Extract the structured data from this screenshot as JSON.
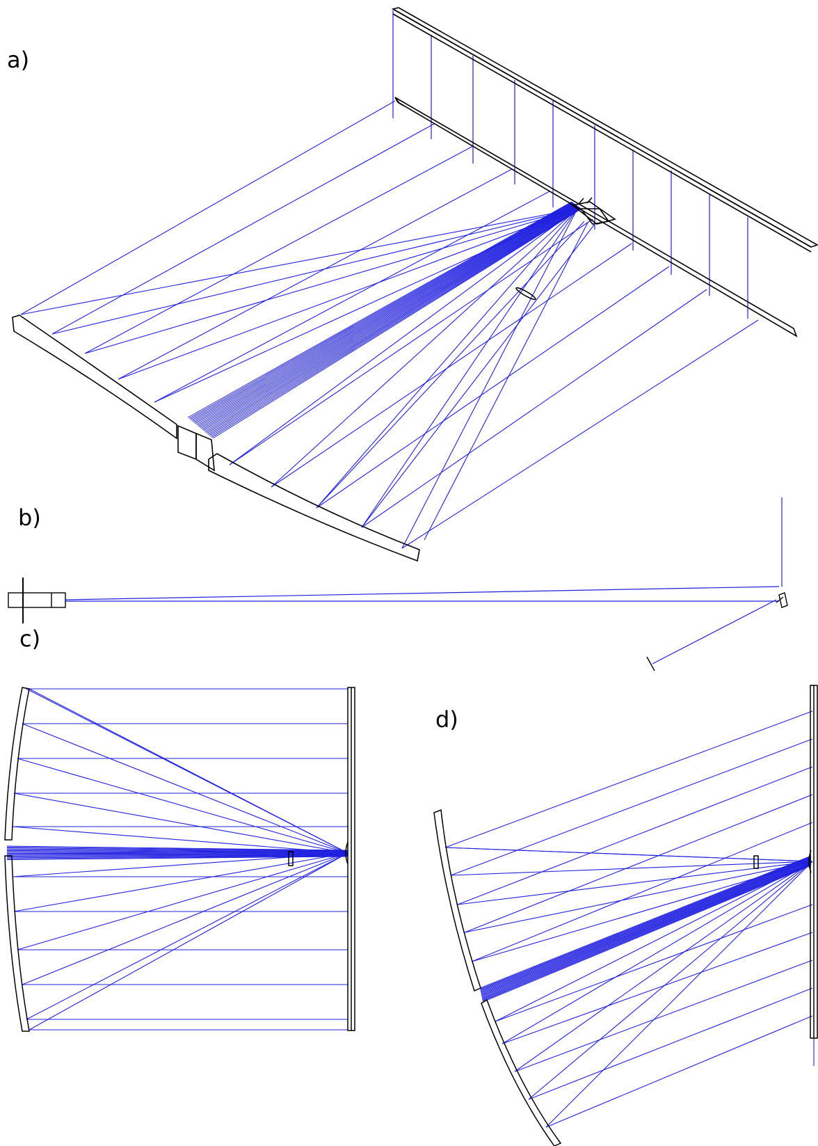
{
  "figure": {
    "panels": [
      {
        "id": "a",
        "label": "a)",
        "view": "isometric"
      },
      {
        "id": "b",
        "label": "b)",
        "view": "side"
      },
      {
        "id": "c",
        "label": "c)",
        "view": "top"
      },
      {
        "id": "d",
        "label": "d)",
        "view": "top-rotated"
      }
    ],
    "colors": {
      "ray": "#1f1fe0",
      "optic": "#000000",
      "background": "#ffffff"
    }
  }
}
